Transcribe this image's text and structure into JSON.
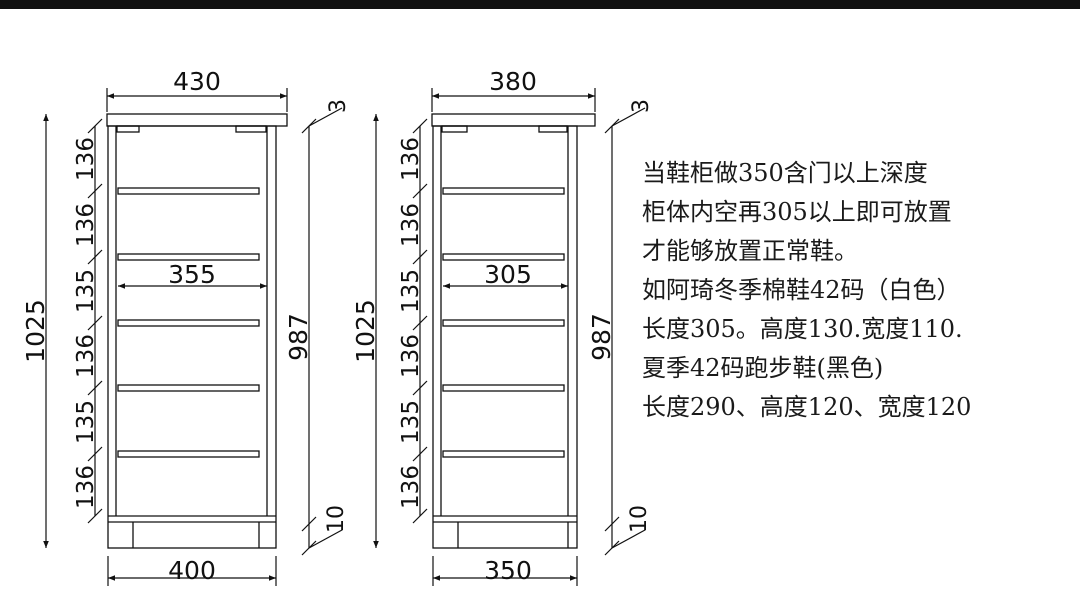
{
  "colors": {
    "line": "#111111",
    "top_bar": "#111111",
    "background": "#ffffff",
    "text": "#1a1a1a"
  },
  "cabinet_a": {
    "top_width": "430",
    "top_thickness": "3",
    "inner_width": "355",
    "base_width": "400",
    "total_height": "1025",
    "body_height": "987",
    "base_height": "10",
    "shelf_spacings": [
      "136",
      "136",
      "135",
      "136",
      "135",
      "136"
    ]
  },
  "cabinet_b": {
    "top_width": "380",
    "top_thickness": "3",
    "inner_width": "305",
    "base_width": "350",
    "total_height": "1025",
    "body_height": "987",
    "base_height": "10",
    "shelf_spacings": [
      "136",
      "136",
      "135",
      "136",
      "135",
      "136"
    ]
  },
  "notes": [
    "当鞋柜做350含门以上深度",
    "柜体内空再305以上即可放置",
    "才能够放置正常鞋。",
    "如阿琦冬季棉鞋42码（白色）",
    "长度305。高度130.宽度110.",
    "夏季42码跑步鞋(黑色)",
    "长度290、高度120、宽度120"
  ]
}
